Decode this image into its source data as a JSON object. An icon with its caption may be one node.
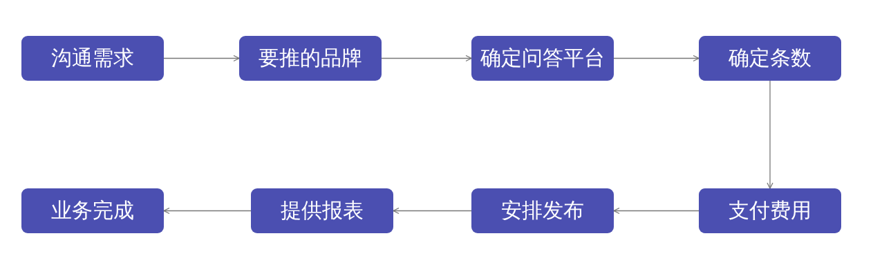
{
  "diagram": {
    "nodes": [
      {
        "text": [
          "沟通需求"
        ]
      },
      {
        "text": [
          "要推的品牌"
        ]
      },
      {
        "text": [
          "确定问答平台"
        ]
      },
      {
        "text": [
          "确定条数"
        ]
      },
      {
        "text": [
          "支付费用"
        ]
      },
      {
        "text": [
          "安排发布"
        ]
      },
      {
        "text": [
          "提供报表"
        ]
      },
      {
        "text": [
          "业务完成"
        ]
      }
    ],
    "edges": [
      {
        "from": 0,
        "to": 1,
        "arrow": "to"
      },
      {
        "from": 1,
        "to": 2,
        "arrow": "to"
      },
      {
        "from": 2,
        "to": 3,
        "arrow": "to"
      },
      {
        "from": 3,
        "to": 4,
        "arrow": "to"
      },
      {
        "from": 4,
        "to": 5,
        "arrow": "to"
      },
      {
        "from": 5,
        "to": 6,
        "arrow": "to"
      },
      {
        "from": 6,
        "to": 7,
        "arrow": "to"
      }
    ]
  }
}
